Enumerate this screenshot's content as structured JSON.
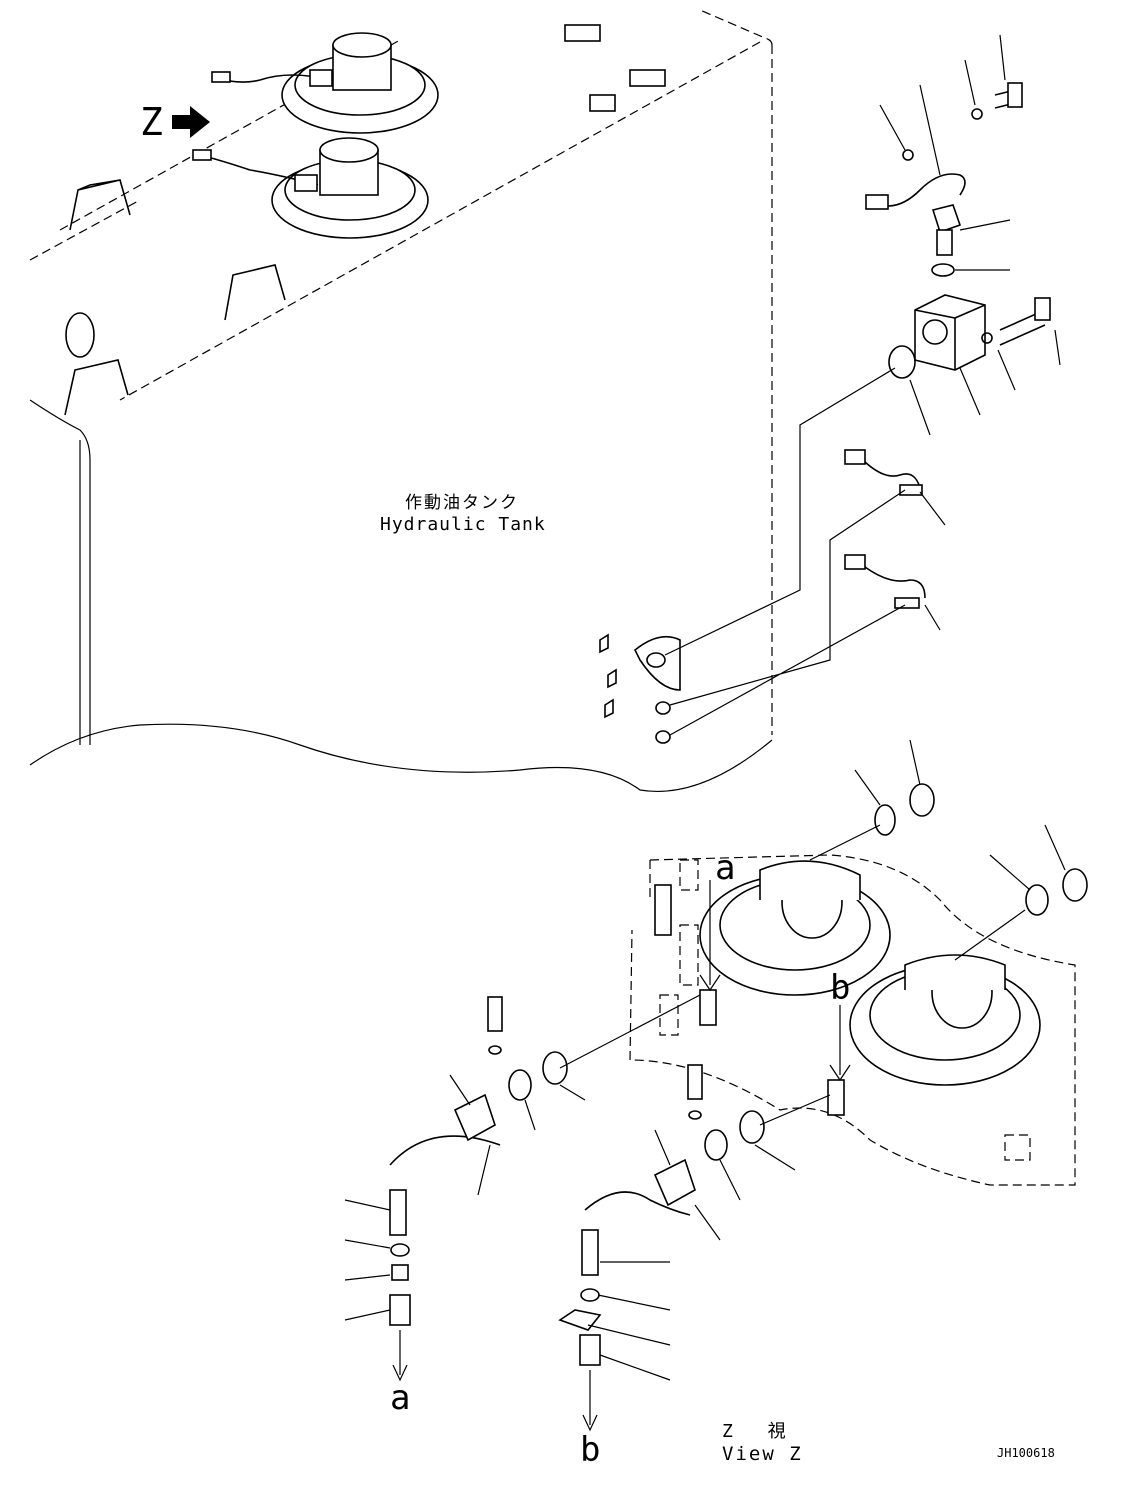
{
  "view_marker": {
    "letter": "Z"
  },
  "tank_label": {
    "jp": "作動油タンク",
    "en": "Hydraulic Tank"
  },
  "refs": {
    "a_top": "a",
    "b_top": "b",
    "a_bottom": "a",
    "b_bottom": "b"
  },
  "view_caption": {
    "jp": "Z　 視",
    "en": "View Z"
  },
  "drawing_code": "JH100618"
}
